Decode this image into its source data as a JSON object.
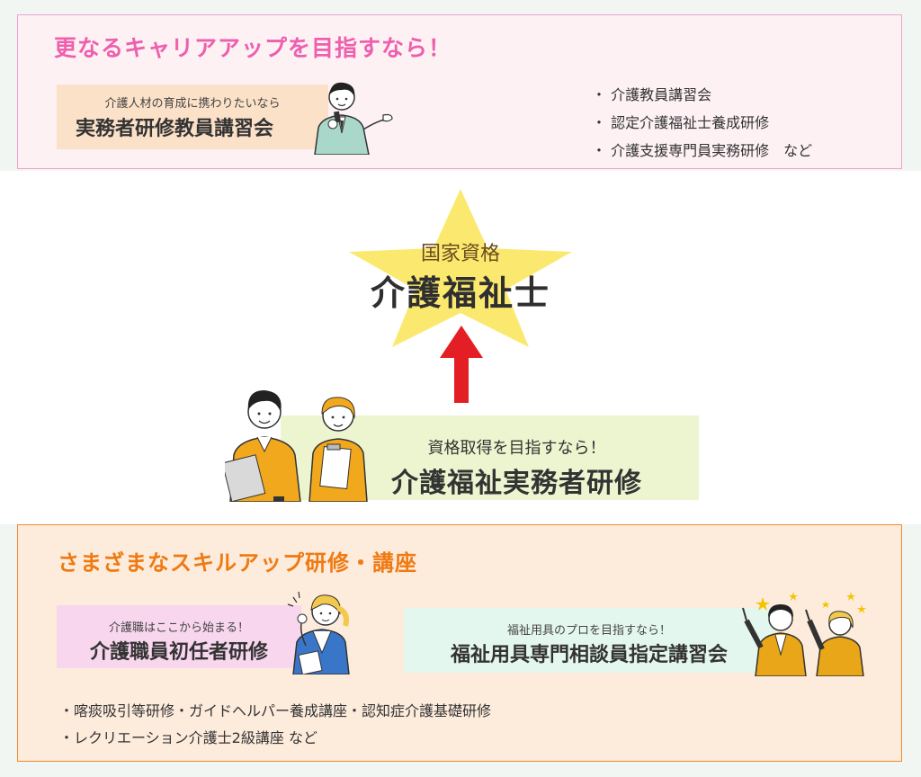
{
  "top": {
    "heading": "更なるキャリアアップを目指すなら！",
    "chip_sub": "介護人材の育成に携わりたいなら",
    "chip_main": "実務者研修教員講習会",
    "bullets": [
      "・ 介護教員講習会",
      "・ 認定介護福祉士養成研修",
      "・ 介護支援専門員実務研修　など"
    ]
  },
  "star": {
    "sub": "国家資格",
    "main": "介護福祉士"
  },
  "middle": {
    "sub": "資格取得を目指すなら！",
    "main": "介護福祉実務者研修"
  },
  "bottom": {
    "heading": "さまざまなスキルアップ研修・講座",
    "pink_sub": "介護職はここから始まる！",
    "pink_main": "介護職員初任者研修",
    "mint_sub": "福祉用具のプロを目指すなら！",
    "mint_main": "福祉用具専門相談員指定講習会",
    "bullets": [
      "・喀痰吸引等研修・ガイドヘルパー養成講座・認知症介護基礎研修",
      "・レクリエーション介護士2級講座 など"
    ]
  },
  "colors": {
    "pink": "#ee5fae",
    "orange": "#ef7a12",
    "star": "#fbe96f",
    "arrow": "#e31e24",
    "uniform": "#f2a81c"
  },
  "icons": [
    "presenter-illustration",
    "star-shape",
    "up-arrow",
    "caregiver-man-illustration",
    "caregiver-woman-illustration",
    "cheering-woman-illustration",
    "pointing-businesspeople-illustration"
  ]
}
